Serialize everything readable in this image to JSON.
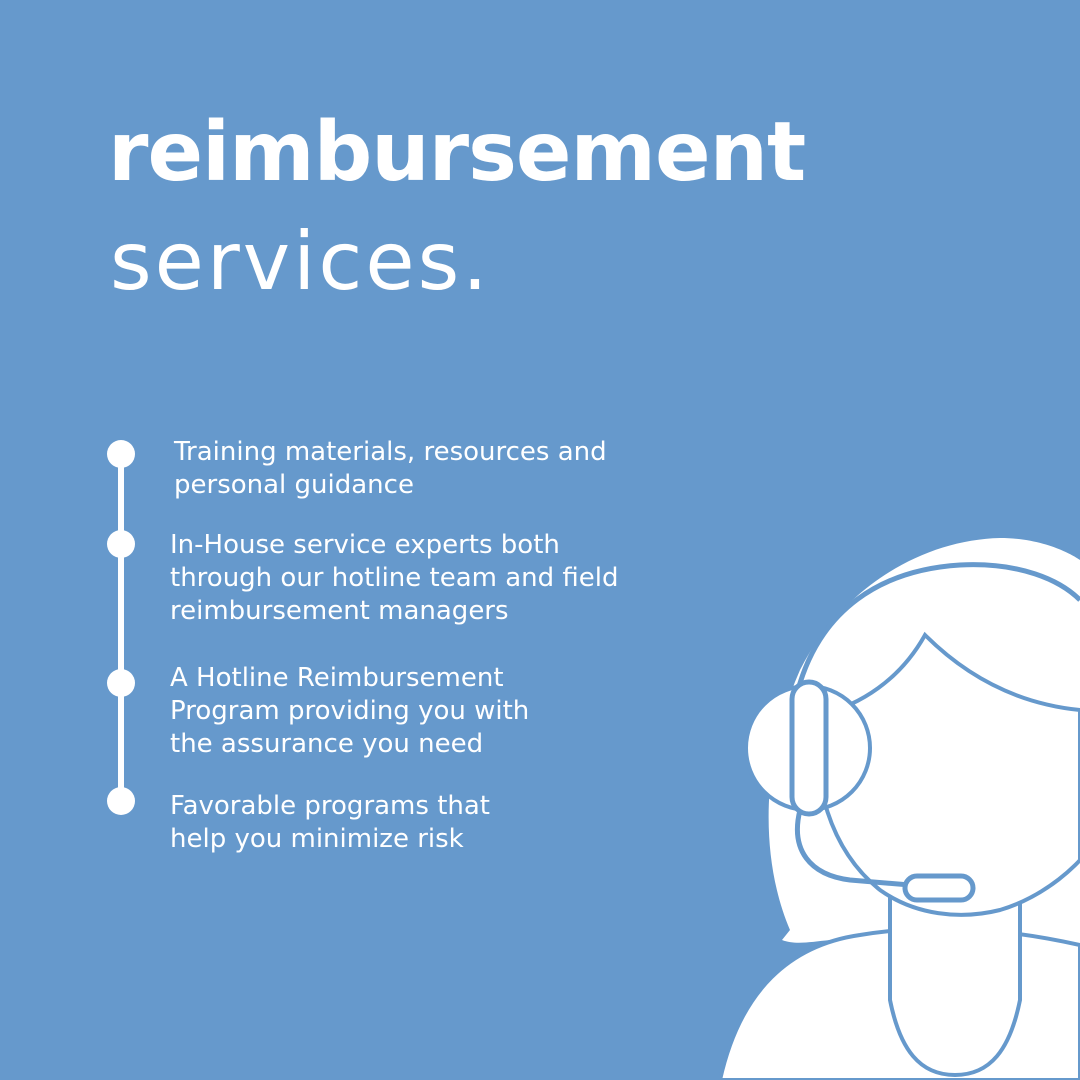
{
  "colors": {
    "background": "#6699cc",
    "foreground": "#ffffff",
    "figure_outline": "#6699cc"
  },
  "title": {
    "line1": "reimbursement",
    "line2": "services."
  },
  "bullets": [
    {
      "text": "Training materials, resources and personal guidance"
    },
    {
      "text": "In-House service experts both through our hotline team and field reimbursement managers"
    },
    {
      "text": "A Hotline Reimbursement Program providing you with the assurance you need"
    },
    {
      "text": "Favorable programs that help you minimize risk"
    }
  ],
  "illustration": {
    "icon": "headset-agent-icon"
  }
}
